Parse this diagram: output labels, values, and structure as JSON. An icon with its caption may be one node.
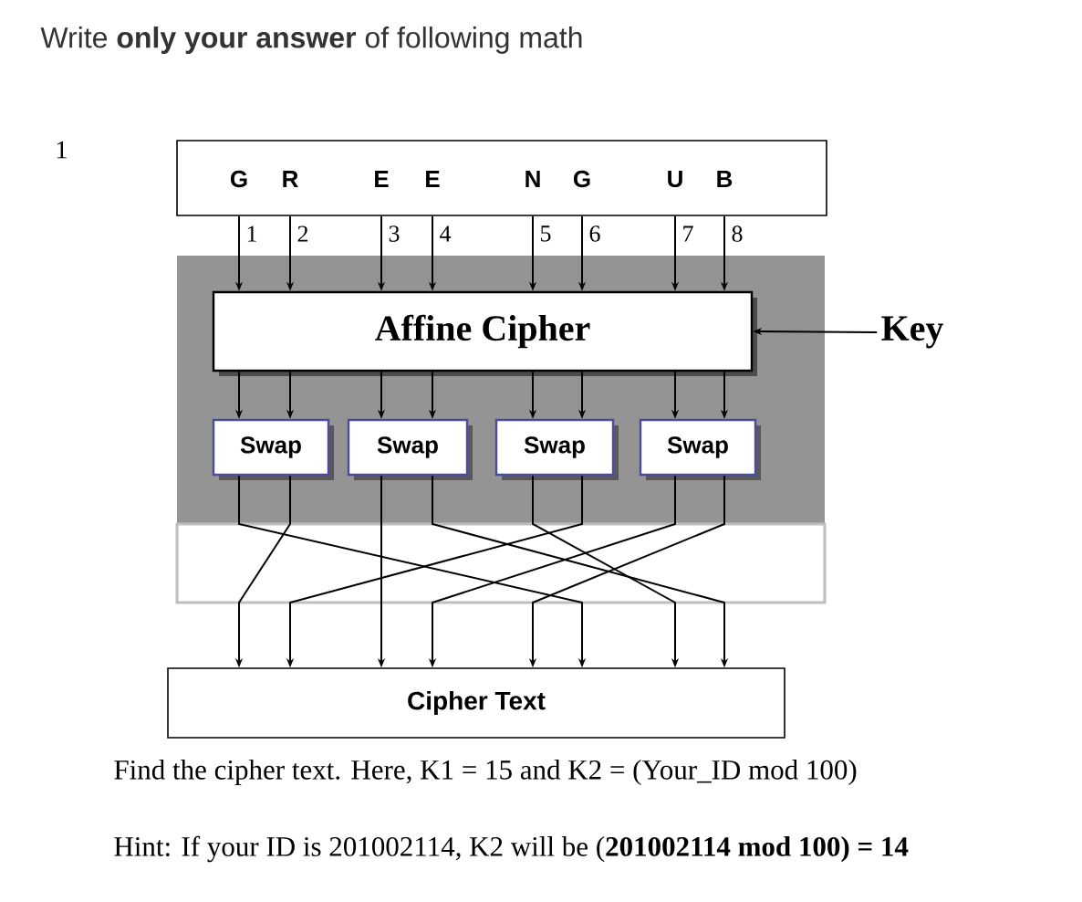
{
  "diagram": {
    "title": "Write **only your answer** of following math",
    "nodes": [
      {
        "text": [
          "G",
          "R",
          "E",
          "E",
          "N",
          "G",
          "U",
          "B"
        ]
      },
      {
        "text": [
          "Affine Cipher"
        ]
      },
      {
        "text": [
          "Key"
        ]
      },
      {
        "text": [
          "Swap"
        ]
      },
      {
        "text": [
          "Swap"
        ]
      },
      {
        "text": [
          "Swap"
        ]
      },
      {
        "text": [
          "Swap"
        ]
      },
      {
        "text": [
          "Cipher Text"
        ]
      }
    ],
    "edges": [
      {
        "from": 0,
        "to": 1,
        "arrow": "to",
        "label": "1"
      },
      {
        "from": 0,
        "to": 1,
        "arrow": "to",
        "label": "2"
      },
      {
        "from": 0,
        "to": 1,
        "arrow": "to",
        "label": "3"
      },
      {
        "from": 0,
        "to": 1,
        "arrow": "to",
        "label": "4"
      },
      {
        "from": 0,
        "to": 1,
        "arrow": "to",
        "label": "5"
      },
      {
        "from": 0,
        "to": 1,
        "arrow": "to",
        "label": "6"
      },
      {
        "from": 0,
        "to": 1,
        "arrow": "to",
        "label": "7"
      },
      {
        "from": 0,
        "to": 1,
        "arrow": "to",
        "label": "8"
      },
      {
        "from": 2,
        "to": 1,
        "arrow": "to"
      },
      {
        "from": 1,
        "to": 3,
        "arrow": "to"
      },
      {
        "from": 1,
        "to": 3,
        "arrow": "to"
      },
      {
        "from": 1,
        "to": 4,
        "arrow": "to"
      },
      {
        "from": 1,
        "to": 4,
        "arrow": "to"
      },
      {
        "from": 1,
        "to": 5,
        "arrow": "to"
      },
      {
        "from": 1,
        "to": 5,
        "arrow": "to"
      },
      {
        "from": 1,
        "to": 6,
        "arrow": "to"
      },
      {
        "from": 1,
        "to": 6,
        "arrow": "to"
      },
      {
        "from": 3,
        "to": 7,
        "arrow": "to"
      },
      {
        "from": 3,
        "to": 7,
        "arrow": "to"
      },
      {
        "from": 4,
        "to": 7,
        "arrow": "to"
      },
      {
        "from": 4,
        "to": 7,
        "arrow": "to"
      },
      {
        "from": 5,
        "to": 7,
        "arrow": "to"
      },
      {
        "from": 5,
        "to": 7,
        "arrow": "to"
      },
      {
        "from": 6,
        "to": 7,
        "arrow": "to"
      },
      {
        "from": 6,
        "to": 7,
        "arrow": "to"
      }
    ],
    "labels": [
      "1",
      "Find the cipher text. Here, K1 = 15 and K2 = (Your_ID mod 100)",
      "Hint: If your ID is 201002114, K2 will be (**201002114 mod 100) = 14**"
    ]
  }
}
